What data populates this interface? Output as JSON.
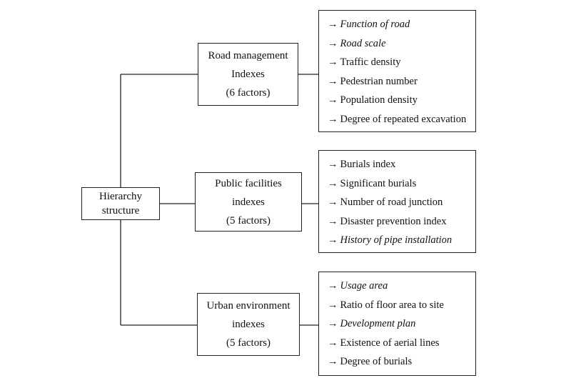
{
  "root": {
    "lines": [
      "Hierarchy",
      "structure"
    ]
  },
  "groups": [
    {
      "lines": [
        "Road management",
        "Indexes",
        "(6 factors)"
      ],
      "items": [
        {
          "text": "Function of road",
          "italic": true
        },
        {
          "text": "Road scale",
          "italic": true
        },
        {
          "text": "Traffic density",
          "italic": false
        },
        {
          "text": "Pedestrian number",
          "italic": false
        },
        {
          "text": "Population density",
          "italic": false
        },
        {
          "text": "Degree of repeated excavation",
          "italic": false
        }
      ]
    },
    {
      "lines": [
        "Public facilities",
        "indexes",
        "(5 factors)"
      ],
      "items": [
        {
          "text": "Burials index",
          "italic": false
        },
        {
          "text": "Significant burials",
          "italic": false
        },
        {
          "text": "Number of road junction",
          "italic": false
        },
        {
          "text": "Disaster prevention index",
          "italic": false
        },
        {
          "text": "History of pipe installation",
          "italic": true
        }
      ]
    },
    {
      "lines": [
        "Urban environment",
        "indexes",
        "(5 factors)"
      ],
      "items": [
        {
          "text": "Usage area",
          "italic": true
        },
        {
          "text": "Ratio of floor area to site",
          "italic": false
        },
        {
          "text": "Development plan",
          "italic": true
        },
        {
          "text": "Existence of aerial lines",
          "italic": false
        },
        {
          "text": "Degree of burials",
          "italic": false
        }
      ]
    }
  ],
  "arrow_glyph": "→"
}
